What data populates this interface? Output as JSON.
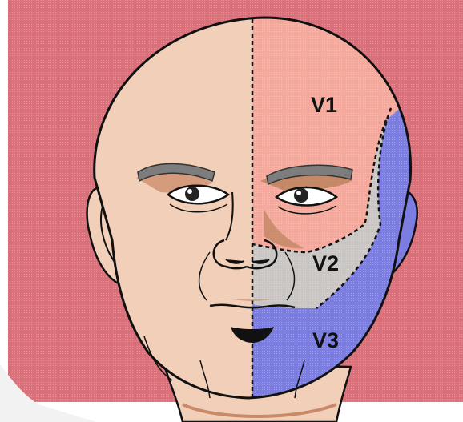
{
  "labels": {
    "v1": "V1",
    "v2": "V2",
    "v3": "V3"
  },
  "colors": {
    "background": "#d9707a",
    "skin": "#f2cfb8",
    "v1_zone": "#f4a99c",
    "v2_zone": "#c9c6c4",
    "v3_zone": "#7b7de0",
    "brow": "#7d7d7d",
    "shadow": "#c98a6a",
    "line": "#111111"
  }
}
